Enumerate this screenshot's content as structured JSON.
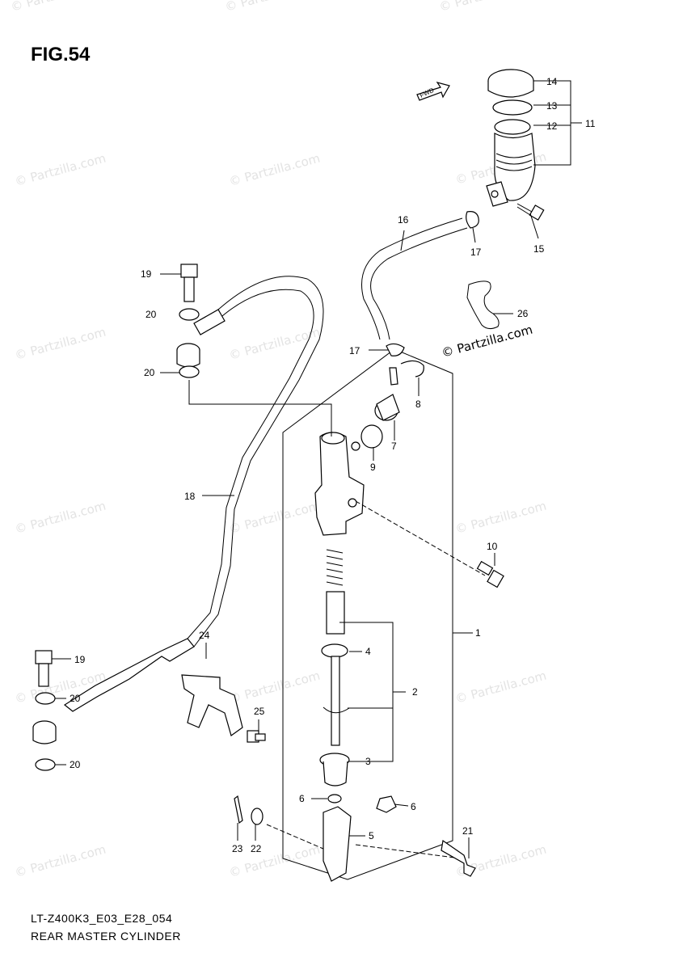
{
  "figure": {
    "title": "FIG.54",
    "code": "LT-Z400K3_E03_E28_054",
    "name": "REAR MASTER CYLINDER"
  },
  "watermark": {
    "text": "© Partzilla.com",
    "main_text": "© Partzilla.com"
  },
  "direction_marker": "FWD",
  "callouts": {
    "c1": "1",
    "c2": "2",
    "c3": "3",
    "c4": "4",
    "c5": "5",
    "c6a": "6",
    "c6b": "6",
    "c7": "7",
    "c8": "8",
    "c9": "9",
    "c10": "10",
    "c11": "11",
    "c12": "12",
    "c13": "13",
    "c14": "14",
    "c15": "15",
    "c16": "16",
    "c17a": "17",
    "c17b": "17",
    "c18": "18",
    "c19a": "19",
    "c19b": "19",
    "c20a": "20",
    "c20b": "20",
    "c20c": "20",
    "c20d": "20",
    "c21": "21",
    "c22": "22",
    "c23": "23",
    "c24": "24",
    "c25": "25",
    "c26": "26"
  },
  "colors": {
    "line": "#000000",
    "watermark": "#e3e3e3",
    "background": "#ffffff"
  }
}
